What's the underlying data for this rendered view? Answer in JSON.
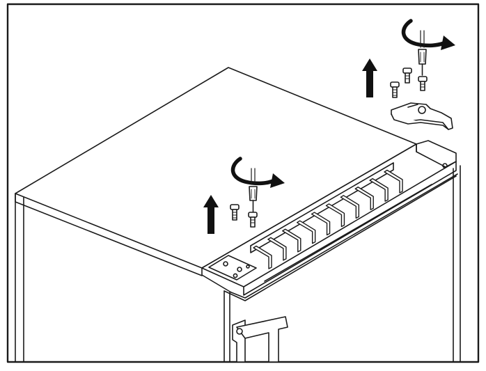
{
  "diagram": {
    "colors": {
      "line": "#1a1a1a",
      "fill": "#ffffff",
      "arrow": "#111111"
    },
    "steps": [
      {
        "action": "unscrew",
        "icons": [
          "rotate-counterclockwise-arrow-icon",
          "screwdriver-icon",
          "up-arrow-icon"
        ],
        "screws": 2
      },
      {
        "action": "remove-hinge-cover",
        "icons": [
          "rotate-counterclockwise-arrow-icon",
          "screwdriver-icon",
          "up-arrow-icon"
        ],
        "screws": 3
      }
    ],
    "parts": [
      "appliance-cabinet",
      "top-panel",
      "ventilation-grille",
      "hinge-bracket",
      "door-handle"
    ]
  }
}
